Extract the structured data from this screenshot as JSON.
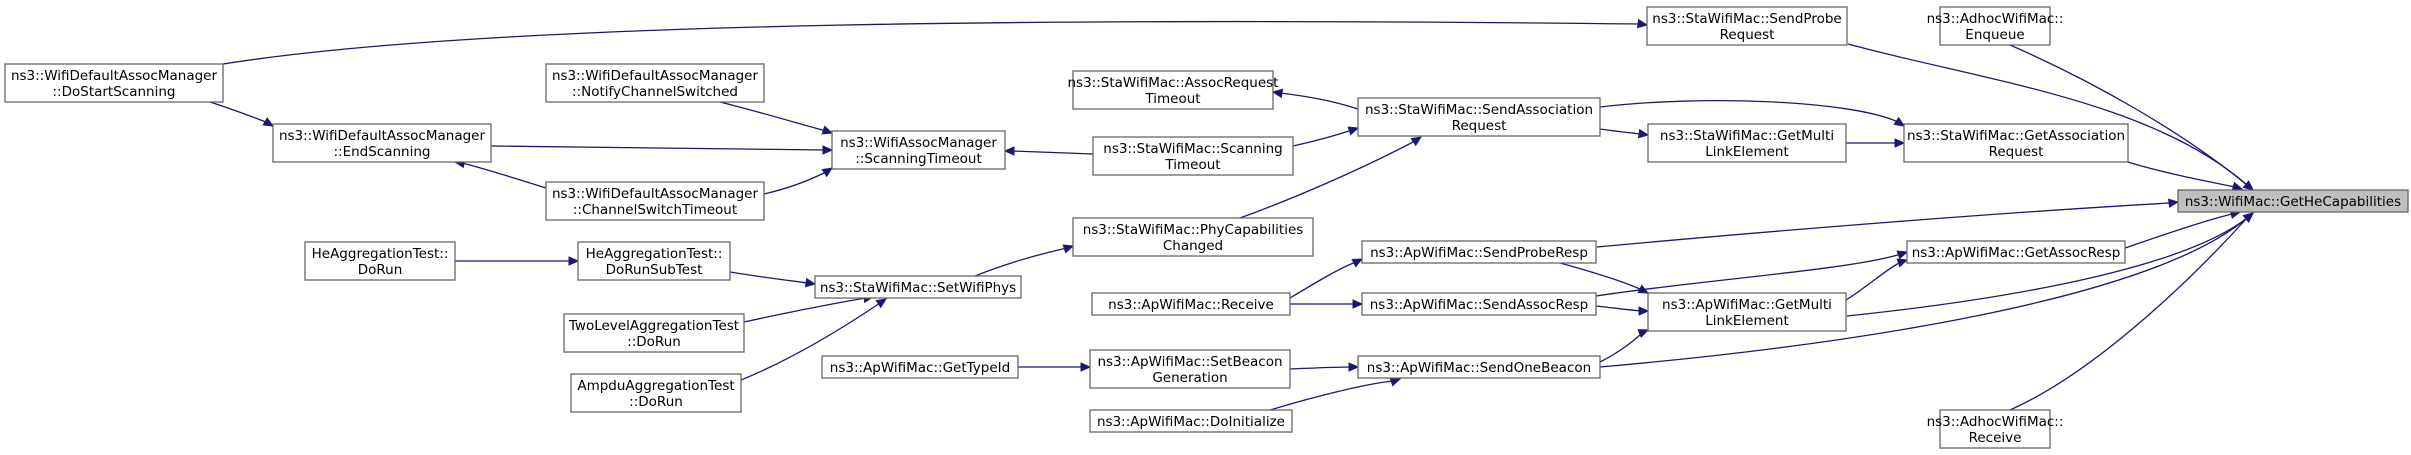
{
  "colors": {
    "edge": "#191970",
    "node_border": "#666666",
    "focus_fill": "#bfbfbf",
    "background": "#ffffff"
  },
  "nodes": {
    "sta_send_probe_request": [
      "ns3::StaWifiMac::SendProbe",
      "Request"
    ],
    "adhoc_enqueue": [
      "ns3::AdhocWifiMac::",
      "Enqueue"
    ],
    "default_do_start_scanning": [
      "ns3::WifiDefaultAssocManager",
      "::DoStartScanning"
    ],
    "default_notify_channel_switched": [
      "ns3::WifiDefaultAssocManager",
      "::NotifyChannelSwitched"
    ],
    "sta_assoc_request_timeout": [
      "ns3::StaWifiMac::AssocRequest",
      "Timeout"
    ],
    "sta_send_association_request": [
      "ns3::StaWifiMac::SendAssociation",
      "Request"
    ],
    "default_end_scanning": [
      "ns3::WifiDefaultAssocManager",
      "::EndScanning"
    ],
    "assoc_manager_scanning_timeout": [
      "ns3::WifiAssocManager",
      "::ScanningTimeout"
    ],
    "sta_scanning_timeout": [
      "ns3::StaWifiMac::Scanning",
      "Timeout"
    ],
    "sta_get_multi_link_element": [
      "ns3::StaWifiMac::GetMulti",
      "LinkElement"
    ],
    "sta_get_association_request": [
      "ns3::StaWifiMac::GetAssociation",
      "Request"
    ],
    "default_channel_switch_timeout": [
      "ns3::WifiDefaultAssocManager",
      "::ChannelSwitchTimeout"
    ],
    "wifimac_get_he_capabilities": [
      "ns3::WifiMac::GetHeCapabilities"
    ],
    "sta_phy_capabilities_changed": [
      "ns3::StaWifiMac::PhyCapabilities",
      "Changed"
    ],
    "he_aggregation_do_run": [
      "HeAggregationTest::",
      "DoRun"
    ],
    "he_aggregation_do_run_sub_test": [
      "HeAggregationTest::",
      "DoRunSubTest"
    ],
    "ap_send_probe_resp": [
      "ns3::ApWifiMac::SendProbeResp"
    ],
    "ap_get_assoc_resp": [
      "ns3::ApWifiMac::GetAssocResp"
    ],
    "sta_set_wifi_phys": [
      "ns3::StaWifiMac::SetWifiPhys"
    ],
    "ap_receive": [
      "ns3::ApWifiMac::Receive"
    ],
    "ap_send_assoc_resp": [
      "ns3::ApWifiMac::SendAssocResp"
    ],
    "ap_get_multi_link_element": [
      "ns3::ApWifiMac::GetMulti",
      "LinkElement"
    ],
    "two_level_aggregation_do_run": [
      "TwoLevelAggregationTest",
      "::DoRun"
    ],
    "ap_get_type_id": [
      "ns3::ApWifiMac::GetTypeId"
    ],
    "ap_set_beacon_generation": [
      "ns3::ApWifiMac::SetBeacon",
      "Generation"
    ],
    "ap_send_one_beacon": [
      "ns3::ApWifiMac::SendOneBeacon"
    ],
    "ampdu_aggregation_do_run": [
      "AmpduAggregationTest",
      "::DoRun"
    ],
    "ap_do_initialize": [
      "ns3::ApWifiMac::DoInitialize"
    ],
    "adhoc_receive": [
      "ns3::AdhocWifiMac::",
      "Receive"
    ]
  }
}
